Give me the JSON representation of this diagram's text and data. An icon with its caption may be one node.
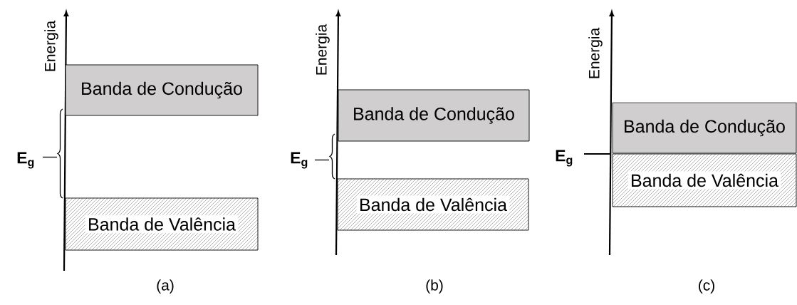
{
  "diagram": {
    "nodes": [
      {
        "text": [
          "Banda de Condução"
        ]
      },
      {
        "text": [
          "Banda de Valência"
        ]
      },
      {
        "text": [
          "Banda de Condução"
        ]
      },
      {
        "text": [
          "Banda de Valência"
        ]
      },
      {
        "text": [
          "Banda de Condução"
        ]
      },
      {
        "text": [
          "Banda de Valência"
        ]
      }
    ],
    "labels": [
      "Energia",
      "Energia",
      "Energia",
      "E$_{g}$",
      "E$_{g}$",
      "E$_{g}$",
      "(a)",
      "(b)",
      "(c)"
    ]
  }
}
